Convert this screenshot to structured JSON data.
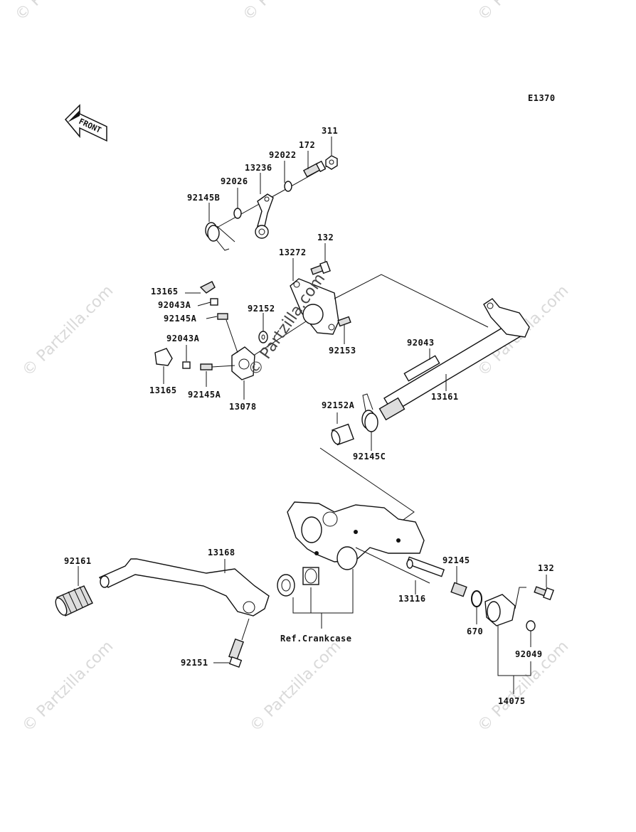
{
  "diagram": {
    "code": "E1370",
    "front_arrow_label": "FRONT",
    "crankcase_ref": "Ref.Crankcase",
    "watermark": "© Partzilla.com",
    "labels": {
      "p311": "311",
      "p172": "172",
      "p92022": "92022",
      "p13236": "13236",
      "p92026": "92026",
      "p92145B": "92145B",
      "p132a": "132",
      "p13272": "13272",
      "p13165a": "13165",
      "p92043Aa": "92043A",
      "p92145Aa": "92145A",
      "p92152": "92152",
      "p92153": "92153",
      "p92043Ab": "92043A",
      "p13165b": "13165",
      "p92145Ab": "92145A",
      "p13078": "13078",
      "p92043": "92043",
      "p13161": "13161",
      "p92152A": "92152A",
      "p92145C": "92145C",
      "p92161": "92161",
      "p13168": "13168",
      "p92145": "92145",
      "p132b": "132",
      "p13116": "13116",
      "p670": "670",
      "p92049": "92049",
      "p92151": "92151",
      "p14075": "14075"
    }
  }
}
